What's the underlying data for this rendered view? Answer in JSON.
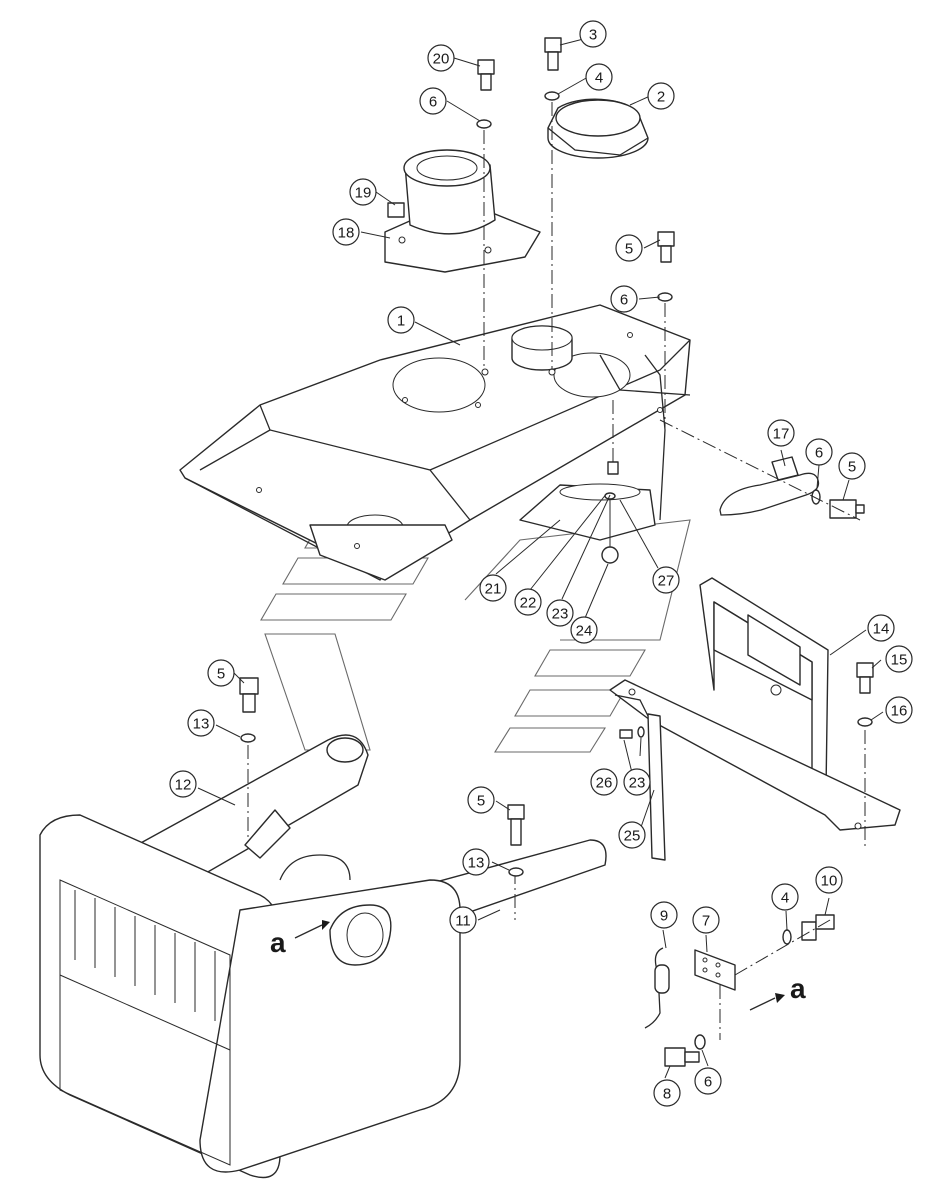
{
  "view_marker": {
    "letter": "a"
  },
  "callouts": [
    {
      "id": "c20",
      "label": "20"
    },
    {
      "id": "c3",
      "label": "3"
    },
    {
      "id": "c4a",
      "label": "4"
    },
    {
      "id": "c2",
      "label": "2"
    },
    {
      "id": "c6a",
      "label": "6"
    },
    {
      "id": "c19",
      "label": "19"
    },
    {
      "id": "c18",
      "label": "18"
    },
    {
      "id": "c5a",
      "label": "5"
    },
    {
      "id": "c6b",
      "label": "6"
    },
    {
      "id": "c1",
      "label": "1"
    },
    {
      "id": "c17",
      "label": "17"
    },
    {
      "id": "c6c",
      "label": "6"
    },
    {
      "id": "c5b",
      "label": "5"
    },
    {
      "id": "c21",
      "label": "21"
    },
    {
      "id": "c22",
      "label": "22"
    },
    {
      "id": "c23a",
      "label": "23"
    },
    {
      "id": "c27",
      "label": "27"
    },
    {
      "id": "c24",
      "label": "24"
    },
    {
      "id": "c14",
      "label": "14"
    },
    {
      "id": "c15",
      "label": "15"
    },
    {
      "id": "c16",
      "label": "16"
    },
    {
      "id": "c5c",
      "label": "5"
    },
    {
      "id": "c13a",
      "label": "13"
    },
    {
      "id": "c12",
      "label": "12"
    },
    {
      "id": "c26",
      "label": "26"
    },
    {
      "id": "c23b",
      "label": "23"
    },
    {
      "id": "c25",
      "label": "25"
    },
    {
      "id": "c5d",
      "label": "5"
    },
    {
      "id": "c13b",
      "label": "13"
    },
    {
      "id": "c11",
      "label": "11"
    },
    {
      "id": "c10",
      "label": "10"
    },
    {
      "id": "c4b",
      "label": "4"
    },
    {
      "id": "c9",
      "label": "9"
    },
    {
      "id": "c7",
      "label": "7"
    },
    {
      "id": "c8",
      "label": "8"
    },
    {
      "id": "c6d",
      "label": "6"
    }
  ]
}
